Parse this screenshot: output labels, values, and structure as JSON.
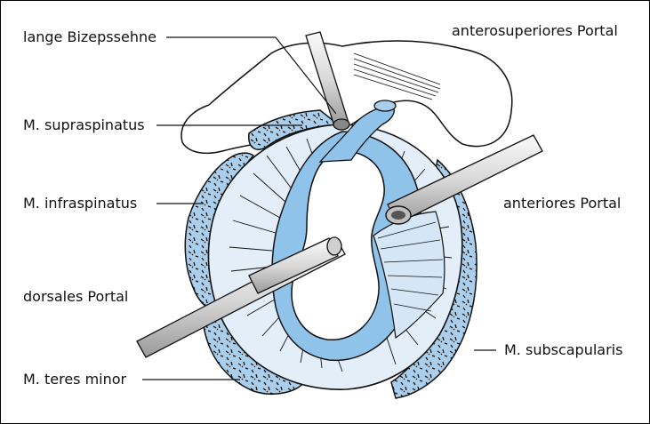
{
  "labels": {
    "lange_bizepssehne": "lange Bizepssehne",
    "anterosuperiores_portal": "anterosuperiores Portal",
    "m_supraspinatus": "M. supraspinatus",
    "m_infraspinatus": "M. infraspinatus",
    "anteriores_portal": "anteriores Portal",
    "dorsales_portal": "dorsales Portal",
    "m_subscapularis": "M. subscapularis",
    "m_teres_minor": "M. teres minor"
  },
  "colors": {
    "cuff_fill": "#e3eef8",
    "labrum_blue": "#8fc3ea",
    "tissue_blue": "#a9cfec",
    "outline": "#111111",
    "instrument_gray": "#e6e6e6"
  }
}
